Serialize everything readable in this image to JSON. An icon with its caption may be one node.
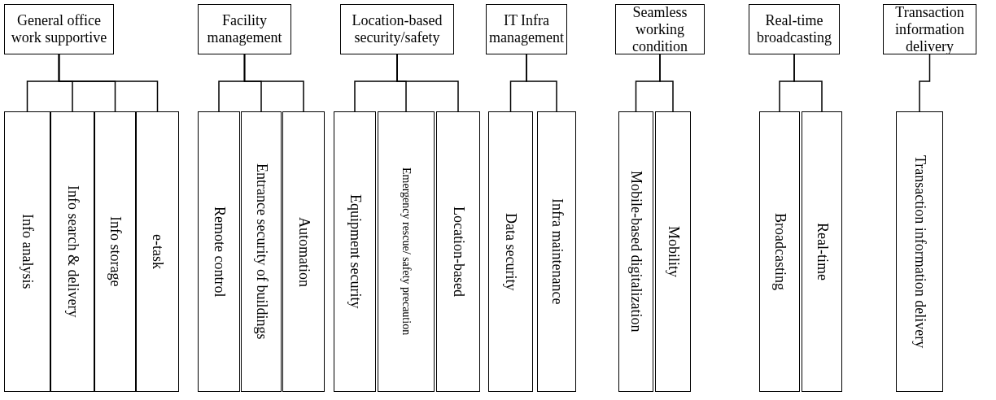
{
  "diagram": {
    "nodes": [
      {
        "text": [
          "General office work supportive"
        ]
      },
      {
        "text": [
          "Facility management"
        ]
      },
      {
        "text": [
          "Location-based security/safety"
        ]
      },
      {
        "text": [
          "IT Infra management"
        ]
      },
      {
        "text": [
          "Seamless working condition"
        ]
      },
      {
        "text": [
          "Real-time broadcasting"
        ]
      },
      {
        "text": [
          "Transaction information delivery"
        ]
      },
      {
        "text": [
          "Info analysis"
        ]
      },
      {
        "text": [
          "Info search & delivery"
        ]
      },
      {
        "text": [
          "Info storage"
        ]
      },
      {
        "text": [
          "e-task"
        ]
      },
      {
        "text": [
          "Remote control"
        ]
      },
      {
        "text": [
          "Entrance security of buildings"
        ]
      },
      {
        "text": [
          "Automation"
        ]
      },
      {
        "text": [
          "Equipment security"
        ]
      },
      {
        "text": [
          "Emergency rescue/ safety precaution"
        ]
      },
      {
        "text": [
          "Location-based"
        ]
      },
      {
        "text": [
          "Data security"
        ]
      },
      {
        "text": [
          "Infra maintenance"
        ]
      },
      {
        "text": [
          "Mobile-based digitalization"
        ]
      },
      {
        "text": [
          "Mobility"
        ]
      },
      {
        "text": [
          "Broadcasting"
        ]
      },
      {
        "text": [
          "Real-time"
        ]
      },
      {
        "text": [
          "Transaction information delivery"
        ]
      }
    ],
    "edges": [
      {
        "from": 0,
        "to": 7,
        "arrow": "none"
      },
      {
        "from": 0,
        "to": 8,
        "arrow": "none"
      },
      {
        "from": 0,
        "to": 9,
        "arrow": "none"
      },
      {
        "from": 0,
        "to": 10,
        "arrow": "none"
      },
      {
        "from": 1,
        "to": 11,
        "arrow": "none"
      },
      {
        "from": 1,
        "to": 12,
        "arrow": "none"
      },
      {
        "from": 1,
        "to": 13,
        "arrow": "none"
      },
      {
        "from": 2,
        "to": 14,
        "arrow": "none"
      },
      {
        "from": 2,
        "to": 15,
        "arrow": "none"
      },
      {
        "from": 2,
        "to": 16,
        "arrow": "none"
      },
      {
        "from": 3,
        "to": 17,
        "arrow": "none"
      },
      {
        "from": 3,
        "to": 18,
        "arrow": "none"
      },
      {
        "from": 4,
        "to": 19,
        "arrow": "none"
      },
      {
        "from": 4,
        "to": 20,
        "arrow": "none"
      },
      {
        "from": 5,
        "to": 21,
        "arrow": "none"
      },
      {
        "from": 5,
        "to": 22,
        "arrow": "none"
      },
      {
        "from": 6,
        "to": 23,
        "arrow": "none"
      }
    ]
  }
}
